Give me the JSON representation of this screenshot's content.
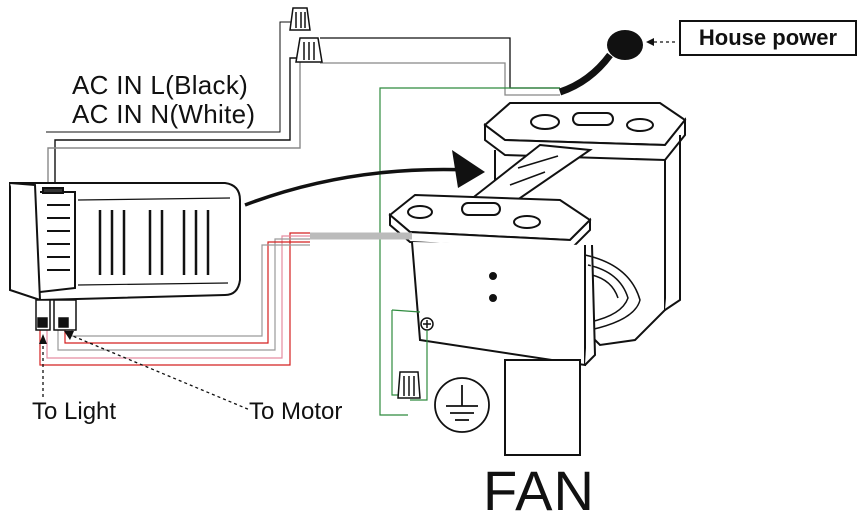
{
  "labels": {
    "ac_in_l": "AC IN L(Black)",
    "ac_in_n": "AC IN N(White)",
    "house_power": "House power",
    "to_light": "To Light",
    "to_motor": "To Motor",
    "fan": "FAN"
  },
  "colors": {
    "line": "#111111",
    "ground_wire": "#2e8b3e",
    "red_wire": "#d42020",
    "pink_wire": "#e58ca0",
    "gray_wire": "#9a9a9a"
  }
}
